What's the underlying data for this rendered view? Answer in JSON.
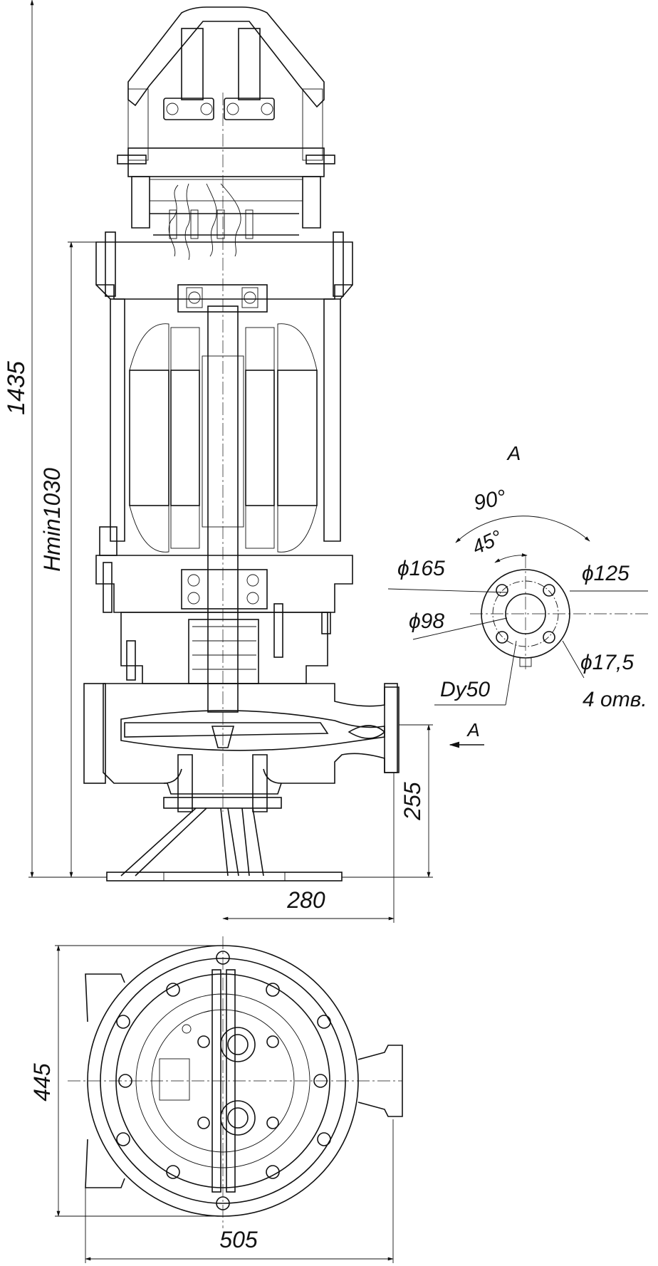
{
  "dimensions": {
    "overall_height": "1435",
    "min_level": "Hmin1030",
    "stand_height": "255",
    "outlet_offset": "280",
    "plan_width": "445",
    "plan_length": "505"
  },
  "flange_view": {
    "view_letter": "A",
    "arrow_letter": "A",
    "angle_90": "90°",
    "angle_45": "45°",
    "d_165": "ϕ165",
    "d_125": "ϕ125",
    "d_98": "ϕ98",
    "d_hole": "ϕ17,5",
    "holes_count": "4 отв.",
    "nominal_bore": "Dy50"
  }
}
